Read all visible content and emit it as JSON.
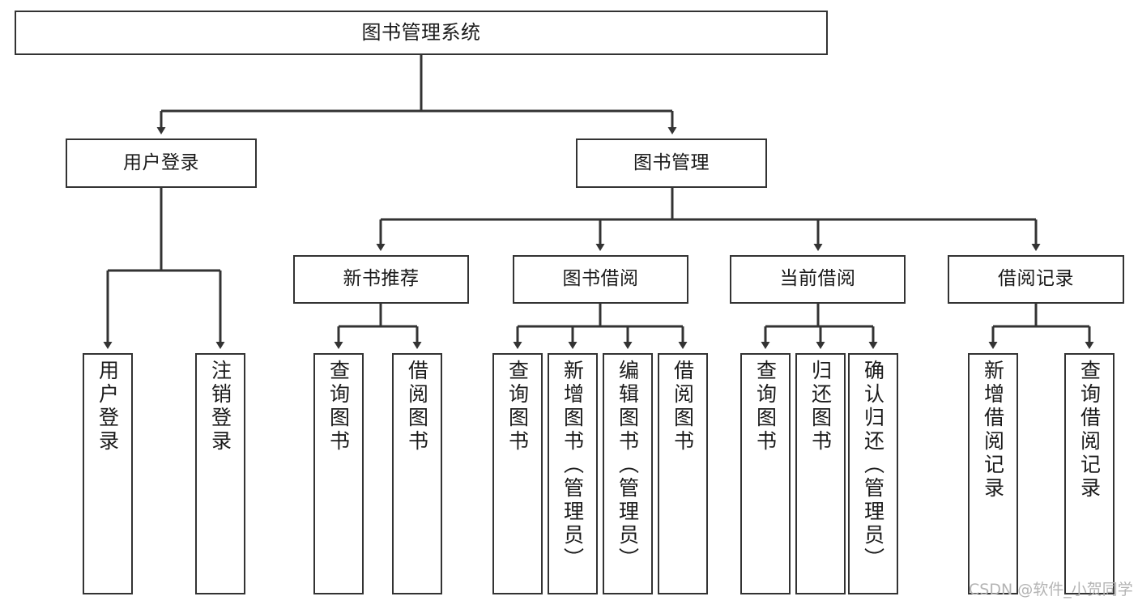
{
  "diagram": {
    "type": "tree",
    "title": "图书管理系统",
    "watermark": "CSDN @软件_小贺同学",
    "colors": {
      "box_border": "#333333",
      "box_fill": "#ffffff",
      "connector": "#333333",
      "text": "#1a1a1a",
      "watermark": "#b4b4b4"
    },
    "root": {
      "label": "图书管理系统"
    },
    "level2": [
      {
        "label": "用户登录"
      },
      {
        "label": "图书管理"
      }
    ],
    "level3": [
      {
        "label": "新书推荐"
      },
      {
        "label": "图书借阅"
      },
      {
        "label": "当前借阅"
      },
      {
        "label": "借阅记录"
      }
    ],
    "leaves": {
      "user_login": [
        {
          "label": "用户登录"
        },
        {
          "label": "注销登录"
        }
      ],
      "new_book_recommend": [
        {
          "label": "查询图书"
        },
        {
          "label": "借阅图书"
        }
      ],
      "book_borrow": [
        {
          "label": "查询图书"
        },
        {
          "label": "新增图书（管理员）"
        },
        {
          "label": "编辑图书（管理员）"
        },
        {
          "label": "借阅图书"
        }
      ],
      "current_borrow": [
        {
          "label": "查询图书"
        },
        {
          "label": "归还图书"
        },
        {
          "label": "确认归还（管理员）"
        }
      ],
      "borrow_record": [
        {
          "label": "新增借阅记录"
        },
        {
          "label": "查询借阅记录"
        }
      ]
    }
  }
}
